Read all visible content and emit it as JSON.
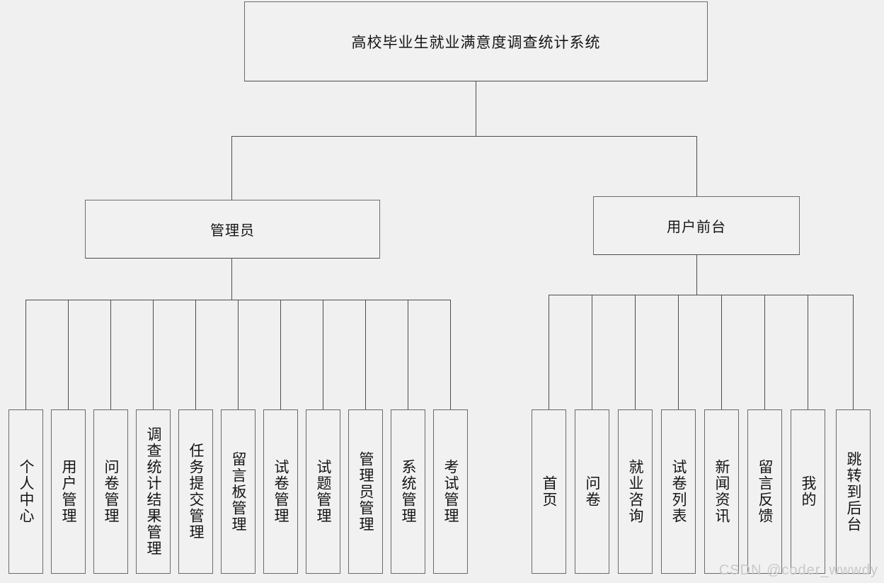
{
  "diagram": {
    "type": "tree",
    "title": "高校毕业生就业满意度调查统计系统",
    "watermark": "CSDN @coder_wwwdy",
    "colors": {
      "background": "#f0f0f0",
      "node_fill": "#f1f1f1",
      "node_border": "#5a5a5a",
      "connector": "#4d4d4d",
      "text": "#151515",
      "watermark": "#c9c9c9"
    },
    "root": {
      "label": "高校毕业生就业满意度调查统计系统"
    },
    "branches": [
      {
        "key": "admin",
        "label": "管理员",
        "children": [
          {
            "label": "个人中心"
          },
          {
            "label": "用户管理"
          },
          {
            "label": "问卷管理"
          },
          {
            "label": "调查统计结果管理"
          },
          {
            "label": "任务提交管理"
          },
          {
            "label": "留言板管理"
          },
          {
            "label": "试卷管理"
          },
          {
            "label": "试题管理"
          },
          {
            "label": "管理员管理"
          },
          {
            "label": "系统管理"
          },
          {
            "label": "考试管理"
          }
        ]
      },
      {
        "key": "frontend",
        "label": "用户前台",
        "children": [
          {
            "label": "首页"
          },
          {
            "label": "问卷"
          },
          {
            "label": "就业咨询"
          },
          {
            "label": "试卷列表"
          },
          {
            "label": "新闻资讯"
          },
          {
            "label": "留言反馈"
          },
          {
            "label": "我的"
          },
          {
            "label": "跳转到后台"
          }
        ]
      }
    ]
  }
}
